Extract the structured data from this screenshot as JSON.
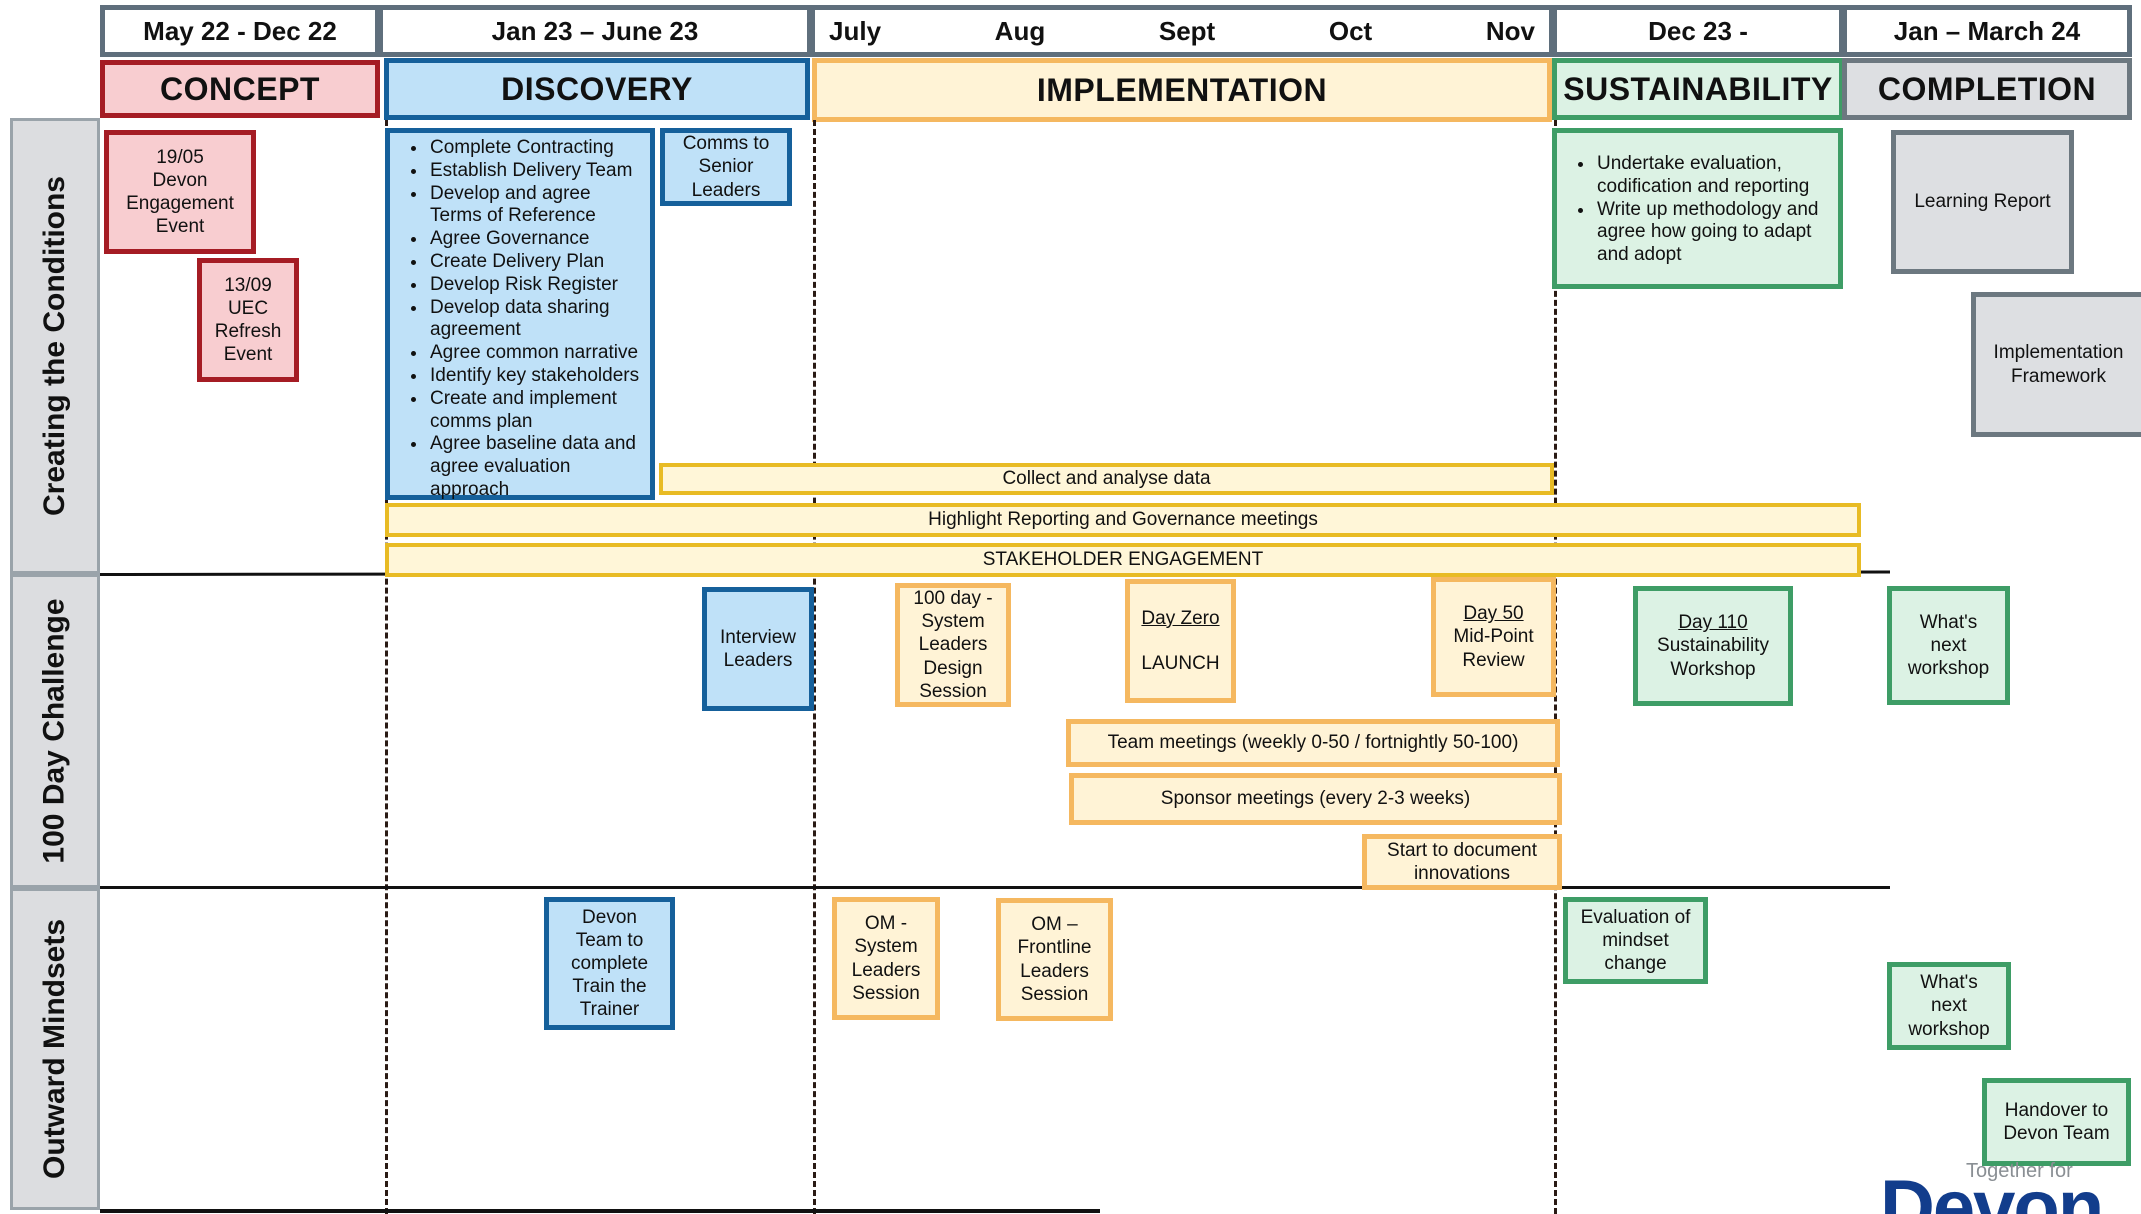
{
  "periods": {
    "p1": "May 22 - Dec 22",
    "p2": "Jan 23 – June 23",
    "months": [
      "July",
      "Aug",
      "Sept",
      "Oct",
      "Nov"
    ],
    "p4": "Dec 23 -",
    "p5": "Jan – March 24"
  },
  "phases": {
    "concept": "CONCEPT",
    "discovery": "DISCOVERY",
    "implementation": "IMPLEMENTATION",
    "sustainability": "SUSTAINABILITY",
    "completion": "COMPLETION"
  },
  "lanes": {
    "creating": "Creating the Conditions",
    "challenge": "100 Day Challenge",
    "mindsets": "Outward Mindsets"
  },
  "creating": {
    "devon_event": [
      "19/05",
      "Devon",
      "Engagement",
      "Event"
    ],
    "uec_event": [
      "13/09",
      "UEC",
      "Refresh",
      "Event"
    ],
    "discovery_tasks": [
      "Complete Contracting",
      "Establish Delivery Team",
      "Develop and agree Terms of Reference",
      "Agree Governance",
      "Create Delivery Plan",
      "Develop Risk Register",
      "Develop data sharing agreement",
      "Agree common narrative",
      "Identify key stakeholders",
      "Create and implement comms plan",
      "Agree baseline data and agree evaluation approach"
    ],
    "comms": [
      "Comms to",
      "Senior",
      "Leaders"
    ],
    "collect": "Collect and analyse data",
    "highlight": "Highlight Reporting and Governance meetings",
    "stakeholder": "STAKEHOLDER ENGAGEMENT",
    "sustain_tasks": [
      "Undertake evaluation, codification and reporting",
      "Write up methodology and agree how going to adapt and adopt"
    ],
    "learning": "Learning Report",
    "framework": [
      "Implementation",
      "Framework"
    ]
  },
  "challenge": {
    "interview": [
      "Interview",
      "Leaders"
    ],
    "design": [
      "100 day -",
      "System",
      "Leaders",
      "Design",
      "Session"
    ],
    "dayzero_title": "Day Zero",
    "dayzero_sub": "LAUNCH",
    "day50_title": "Day 50",
    "day50_sub": [
      "Mid-Point",
      "Review"
    ],
    "team": "Team meetings (weekly 0-50 / fortnightly 50-100)",
    "sponsor": "Sponsor meetings (every 2-3 weeks)",
    "document": [
      "Start to document",
      "innovations"
    ],
    "day110_title": "Day 110",
    "day110_sub": [
      "Sustainability",
      "Workshop"
    ],
    "whats_next": [
      "What's",
      "next",
      "workshop"
    ]
  },
  "mindsets": {
    "devon_team": [
      "Devon",
      "Team to",
      "complete",
      "Train the",
      "Trainer"
    ],
    "om_system": [
      "OM -",
      "System",
      "Leaders",
      "Session"
    ],
    "om_frontline": [
      "OM –",
      "Frontline",
      "Leaders",
      "Session"
    ],
    "evaluation": [
      "Evaluation of",
      "mindset",
      "change"
    ],
    "whats_next": [
      "What's",
      "next",
      "workshop"
    ],
    "handover": [
      "Handover to",
      "Devon Team"
    ]
  },
  "logo": {
    "tagline": "Together for",
    "word": "Devon"
  },
  "colors": {
    "concept": "#a51c24",
    "discovery": "#15609b",
    "implementation": "#f5b860",
    "sustainability": "#3e9d66",
    "completion": "#6c7880"
  }
}
